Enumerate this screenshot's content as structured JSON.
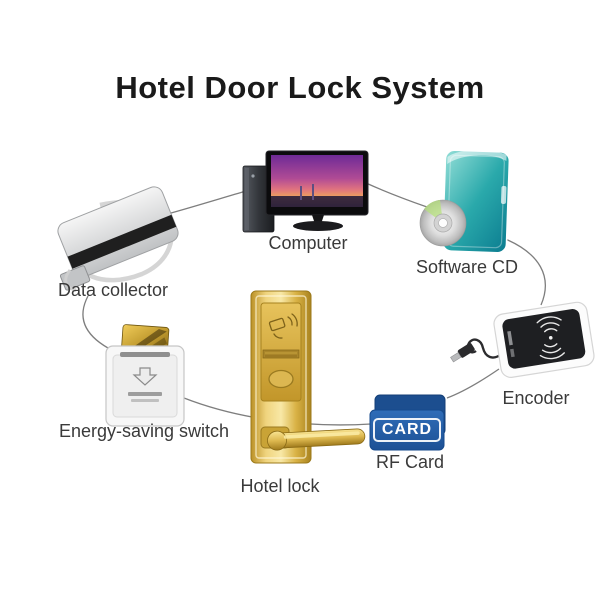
{
  "title": "Hotel Door Lock System",
  "nodes": {
    "computer": {
      "label": "Computer"
    },
    "software_cd": {
      "label": "Software CD"
    },
    "encoder": {
      "label": "Encoder"
    },
    "rf_card": {
      "label": "RF Card",
      "card_text": "CARD"
    },
    "hotel_lock": {
      "label": "Hotel lock"
    },
    "energy_switch": {
      "label": "Energy-saving switch"
    },
    "data_collector": {
      "label": "Data collector"
    }
  },
  "colors": {
    "background": "#ffffff",
    "title_text": "#1a1a1a",
    "label_text": "#3a3a3a",
    "connector_line": "#7e7e7e",
    "rf_card_blue": "#2563ab",
    "hotel_lock_gold": "#d9b245",
    "software_cd_teal": "#1fa3a8",
    "encoder_panel_black": "#1e1f22",
    "collector_gray": "#d6d7d9"
  }
}
